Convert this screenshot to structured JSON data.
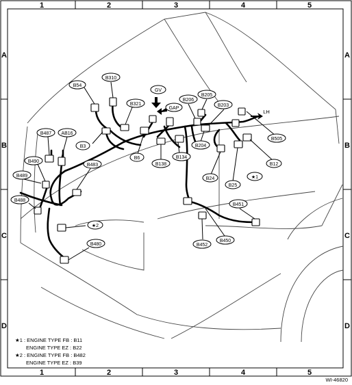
{
  "grid": {
    "columns": [
      "1",
      "2",
      "3",
      "4",
      "5"
    ],
    "rows": [
      "A",
      "B",
      "C",
      "D"
    ]
  },
  "labels": {
    "B54": "B54",
    "B310": "B310",
    "GV": "GV",
    "GAP": "GAP",
    "B206": "B206",
    "B205": "B205",
    "B203": "B203",
    "LH": "LH",
    "B321": "B321",
    "B487": "B487",
    "AB16": "AB16",
    "B3": "B3",
    "B505": "B505",
    "B490": "B490",
    "B483": "B483",
    "B6": "B6",
    "B138": "B138",
    "B134": "B134",
    "B204": "B204",
    "B12": "B12",
    "B489": "B489",
    "B24": "B24",
    "B25": "B25",
    "STAR1": "★1",
    "B488": "B488",
    "B451": "B451",
    "STAR2": "★2",
    "B452": "B452",
    "B450": "B450",
    "B480": "B480"
  },
  "notes": [
    "★1 : ENGINE TYPE FB  : B11",
    "ENGINE TYPE EZ  : B22",
    "★2 : ENGINE TYPE FB  : B482",
    "ENGINE TYPE EZ  : B39"
  ],
  "figure_id": "WI-46820"
}
